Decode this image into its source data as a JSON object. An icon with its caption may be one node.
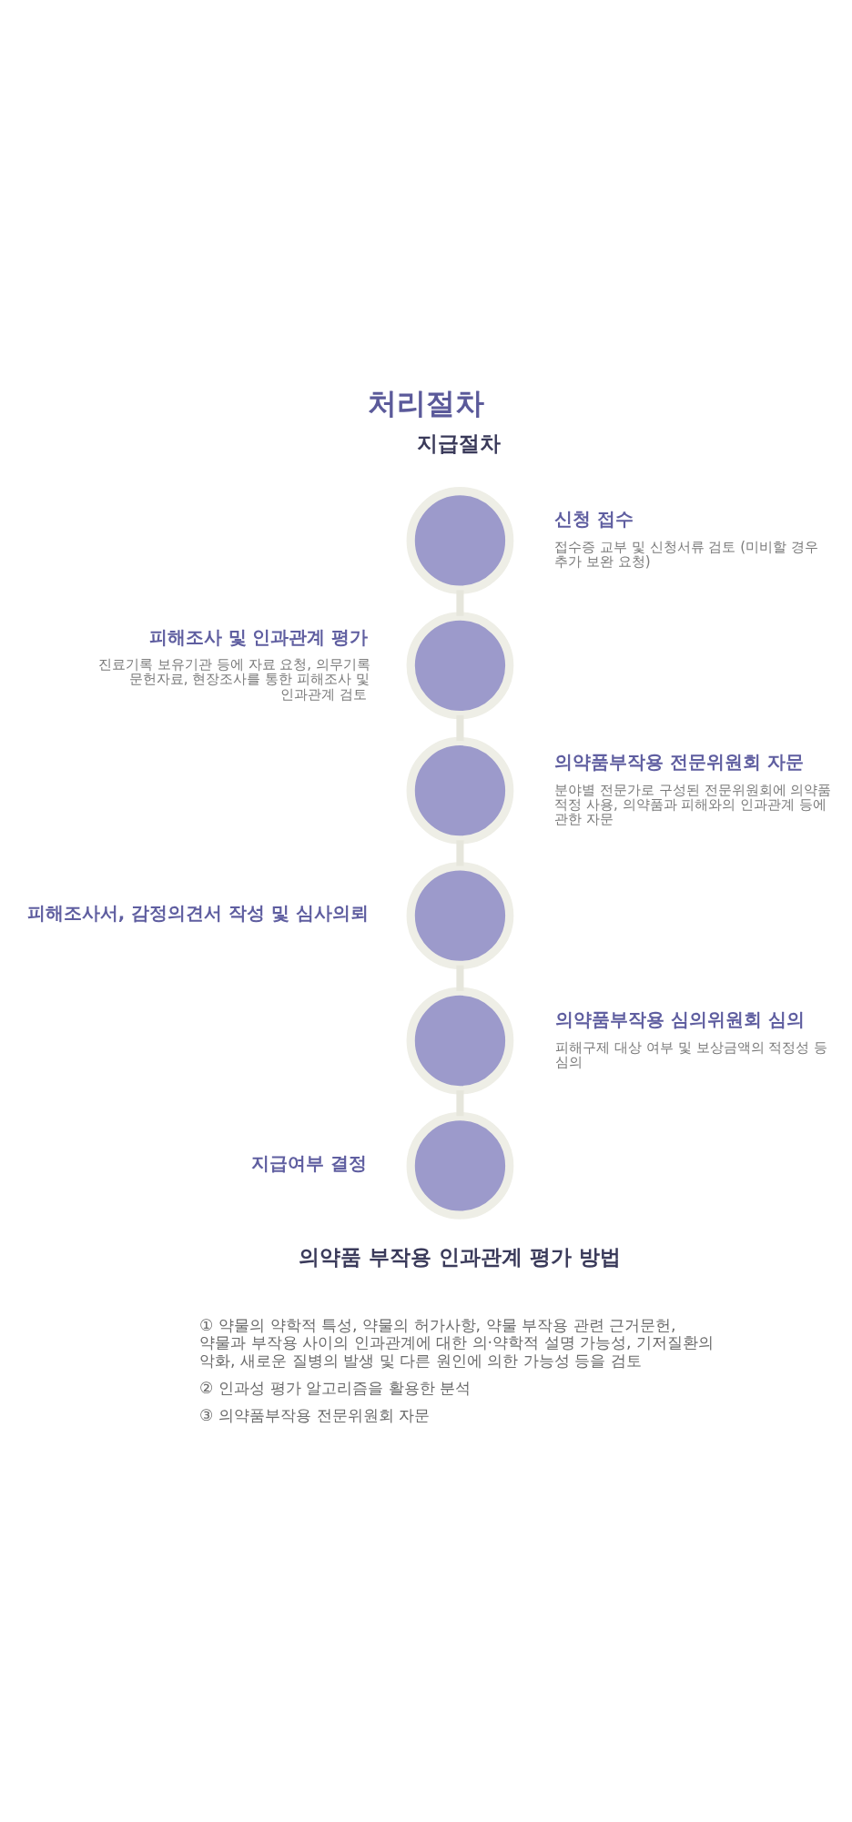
{
  "diagram": {
    "title": "처리절차",
    "nodes": [
      {
        "text": [],
        "shape": "circle",
        "beside": [
          "신청 접수",
          "접수증 교부 및 신청서류 검토 (미비할 경우 추가 보완 요청)"
        ]
      },
      {
        "text": [],
        "shape": "circle",
        "beside": [
          "피해조사 및 인과관계 평가",
          "진료기록 보유기관 등에 자료 요청, 의무기록 문헌자료, 현장조사를 통한 피해조사 및 인과관계 검토"
        ]
      },
      {
        "text": [],
        "shape": "circle",
        "beside": [
          "의약품부작용 전문위원회 자문",
          "분야별 전문가로 구성된 전문위원회에 의약품 적정 사용, 의약품과 피해와의 인과관계 등에 관한 자문"
        ]
      },
      {
        "text": [],
        "shape": "circle",
        "beside": [
          "피해조사서, 감정의견서 작성 및 심사의뢰"
        ]
      },
      {
        "text": [],
        "shape": "circle",
        "beside": [
          "의약품부작용 심의위원회 심의",
          "피해구제 대상 여부 및 보상금액의 적정성 등 심의"
        ]
      },
      {
        "text": [],
        "shape": "circle",
        "beside": [
          "지급여부 결정"
        ]
      }
    ],
    "edges": [
      {
        "from": 0,
        "to": 1,
        "arrow": "none"
      },
      {
        "from": 1,
        "to": 2,
        "arrow": "none"
      },
      {
        "from": 2,
        "to": 3,
        "arrow": "none"
      },
      {
        "from": 3,
        "to": 4,
        "arrow": "none"
      },
      {
        "from": 4,
        "to": 5,
        "arrow": "none"
      }
    ],
    "labels": [
      "지급절차",
      "의약품 부작용 인과관계 평가 방법",
      "① 약물의 약학적 특성, 약물의 허가사항, 약물 부작용 관련 근거문헌, 약물과 부작용 사이의 인과관계에 대한 의·약학적 설명 가능성, 기저질환의 악화, 새로운 질병의 발생 및 다른 원인에 의한 가능성 등을 검토",
      "② 인과성 평가 알고리즘을 활용한 분석",
      "③ 의약품부작용 전문위원회 자문"
    ]
  }
}
